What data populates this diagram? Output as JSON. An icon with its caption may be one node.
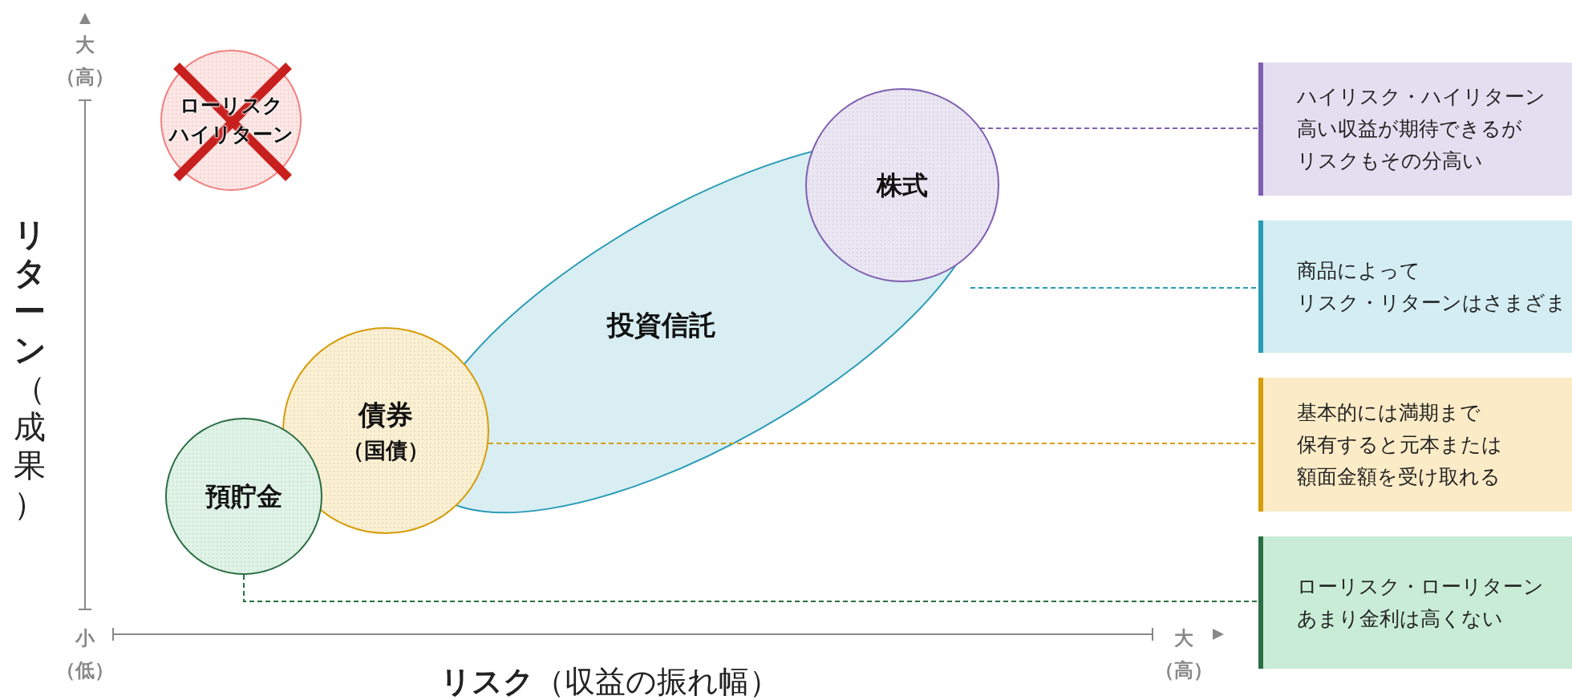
{
  "diagram": {
    "nodes": [
      {
        "text": [
          "ローリスク",
          "ハイリターン"
        ]
      },
      {
        "text": [
          "株式"
        ]
      },
      {
        "text": [
          "投資信託"
        ]
      },
      {
        "text": [
          "債券",
          "（国債）"
        ]
      },
      {
        "text": [
          "預貯金"
        ]
      },
      {
        "text": [
          "ハイリスク・ハイリターン",
          "高い収益が期待できるが",
          "リスクもその分高い"
        ]
      },
      {
        "text": [
          "商品によって",
          "リスク・リターンはさまざま"
        ]
      },
      {
        "text": [
          "基本的には満期まで",
          "保有すると元本または",
          "額面金額を受け取れる"
        ]
      },
      {
        "text": [
          "ローリスク・ローリターン",
          "あまり金利は高くない"
        ]
      }
    ],
    "edges": [
      {
        "from": 1,
        "to": 5,
        "arrow": "none",
        "style": "dashed",
        "color": "#7f5fb0"
      },
      {
        "from": 2,
        "to": 6,
        "arrow": "none",
        "style": "dashed",
        "color": "#2a9bb5"
      },
      {
        "from": 3,
        "to": 7,
        "arrow": "none",
        "style": "dashed",
        "color": "#d69e0b"
      },
      {
        "from": 4,
        "to": 8,
        "arrow": "none",
        "style": "dashed",
        "color": "#2a6e43"
      }
    ],
    "labels": [
      "大",
      "（高）",
      "**リターン**（成果）",
      "小",
      "（低）",
      "大",
      "（高）",
      "**リスク**（収益の振れ幅）"
    ]
  }
}
